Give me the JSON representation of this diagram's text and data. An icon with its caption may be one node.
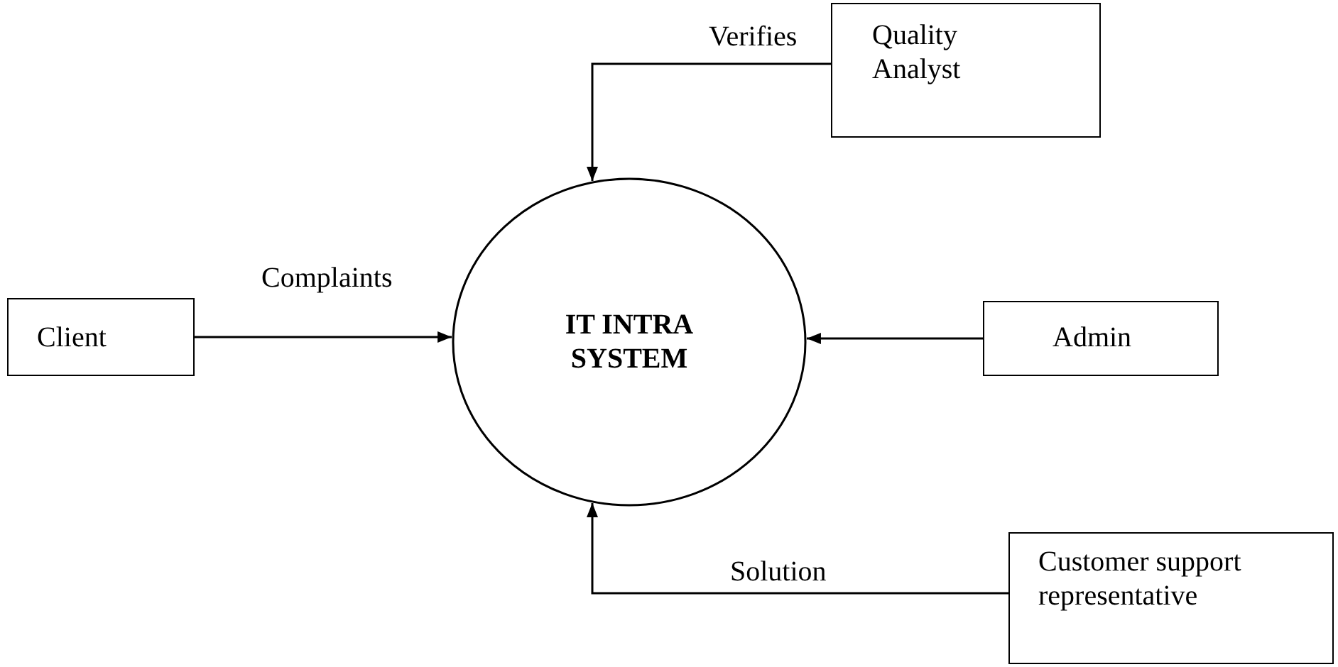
{
  "diagram": {
    "nodes": [
      {
        "text": [
          "Quality Analyst"
        ]
      },
      {
        "text": [
          "Client"
        ]
      },
      {
        "text": [
          "IT INTRA SYSTEM"
        ]
      },
      {
        "text": [
          "Admin"
        ]
      },
      {
        "text": [
          "Customer support representative"
        ]
      }
    ],
    "edges": [
      {
        "from": 0,
        "to": 2,
        "arrow": "to",
        "label": "Verifies"
      },
      {
        "from": 1,
        "to": 2,
        "arrow": "to",
        "label": "Complaints"
      },
      {
        "from": 3,
        "to": 2,
        "arrow": "to"
      },
      {
        "from": 4,
        "to": 2,
        "arrow": "to",
        "label": "Solution"
      }
    ]
  }
}
